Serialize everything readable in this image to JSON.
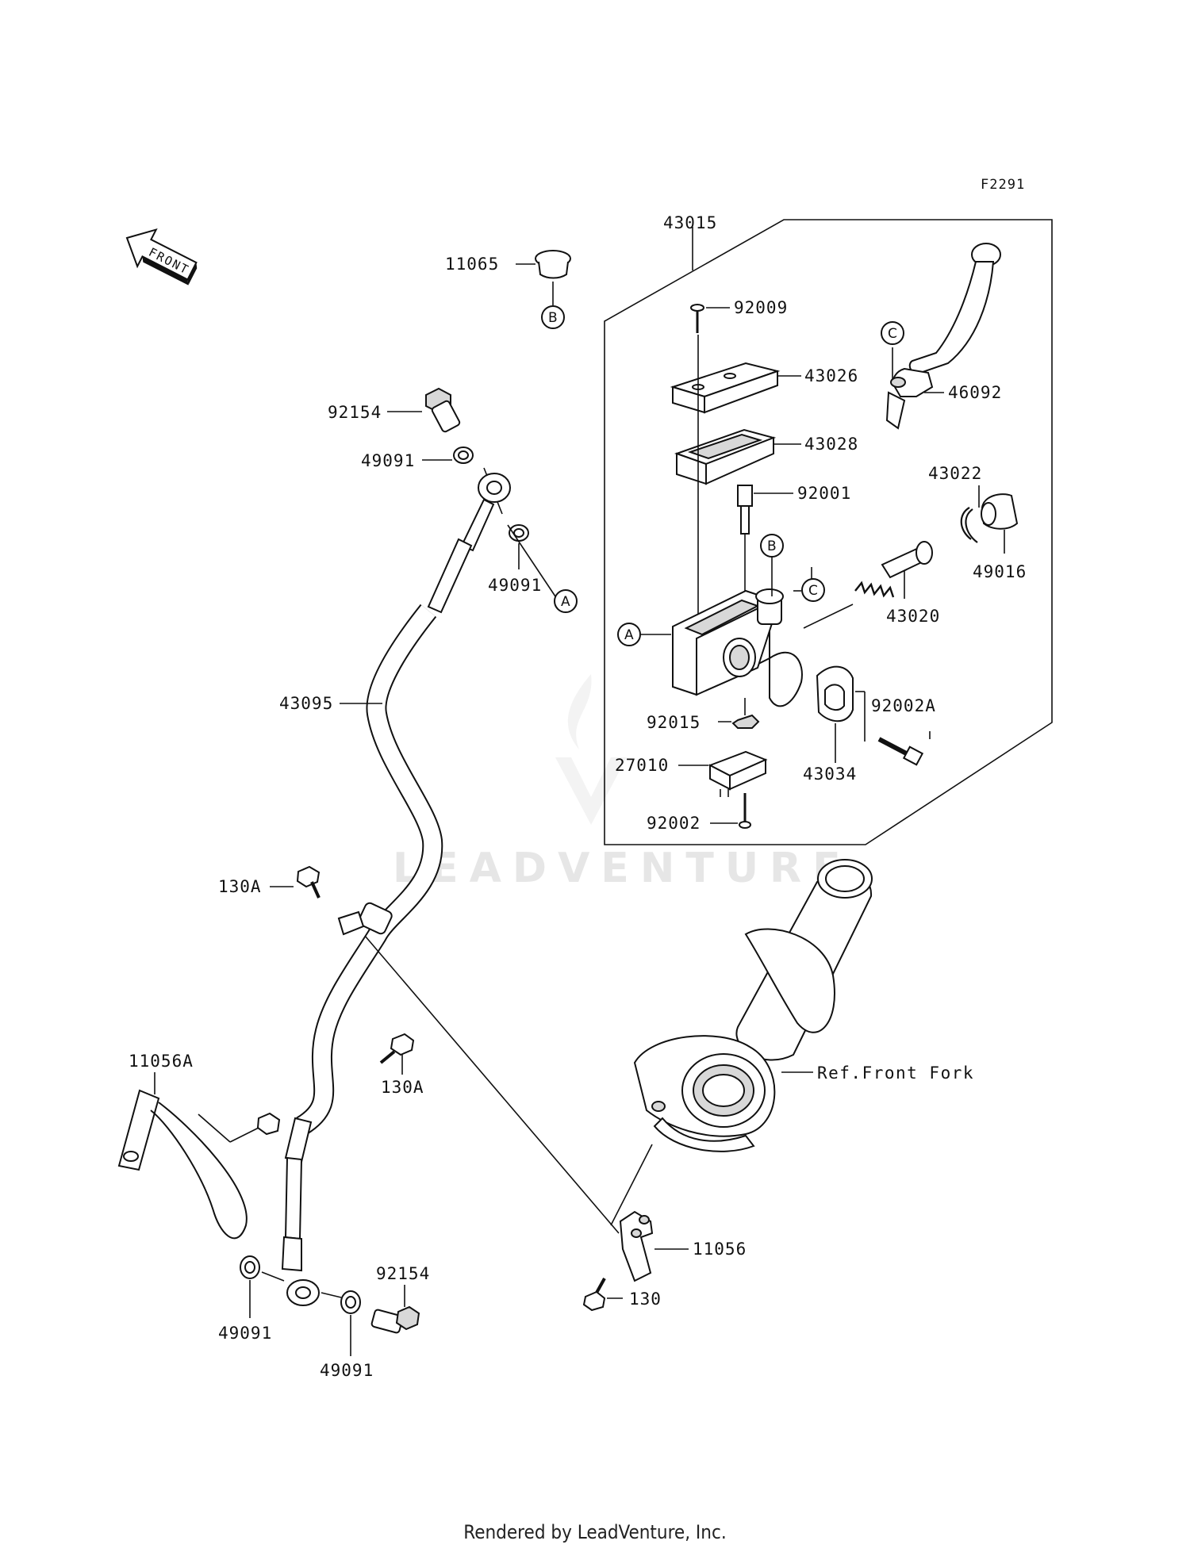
{
  "diagram_code": "F2291",
  "front_arrow_label": "FRONT",
  "watermark": "LEADVENTURE",
  "footer": "Rendered by LeadVenture, Inc.",
  "reference_label": "Ref.Front Fork",
  "callouts": {
    "a": "A",
    "b": "B",
    "c": "C"
  },
  "part_labels": [
    {
      "id": "43015",
      "text": "43015"
    },
    {
      "id": "11065",
      "text": "11065"
    },
    {
      "id": "92009",
      "text": "92009"
    },
    {
      "id": "43026",
      "text": "43026"
    },
    {
      "id": "46092",
      "text": "46092"
    },
    {
      "id": "43028",
      "text": "43028"
    },
    {
      "id": "92001",
      "text": "92001"
    },
    {
      "id": "43022",
      "text": "43022"
    },
    {
      "id": "49016",
      "text": "49016"
    },
    {
      "id": "43020",
      "text": "43020"
    },
    {
      "id": "92002A",
      "text": "92002A"
    },
    {
      "id": "92015",
      "text": "92015"
    },
    {
      "id": "43034",
      "text": "43034"
    },
    {
      "id": "27010",
      "text": "27010"
    },
    {
      "id": "92002",
      "text": "92002"
    },
    {
      "id": "92154-top",
      "text": "92154"
    },
    {
      "id": "49091-top1",
      "text": "49091"
    },
    {
      "id": "49091-top2",
      "text": "49091"
    },
    {
      "id": "43095",
      "text": "43095"
    },
    {
      "id": "130A-top",
      "text": "130A"
    },
    {
      "id": "130A-mid",
      "text": "130A"
    },
    {
      "id": "11056A",
      "text": "11056A"
    },
    {
      "id": "11056",
      "text": "11056"
    },
    {
      "id": "130",
      "text": "130"
    },
    {
      "id": "92154-bot",
      "text": "92154"
    },
    {
      "id": "49091-bot1",
      "text": "49091"
    },
    {
      "id": "49091-bot2",
      "text": "49091"
    }
  ]
}
